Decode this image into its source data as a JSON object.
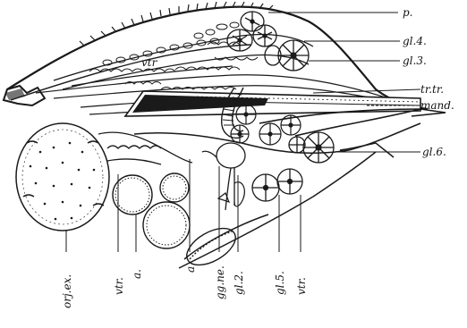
{
  "figure": {
    "interior_label": "vtr",
    "labels": {
      "p": "p.",
      "gl4": "gl.4.",
      "gl3": "gl.3.",
      "trtr": "tr.tr.",
      "mand": "mand.",
      "gl6": "gl.6.",
      "orjex": "orj.ex.",
      "vtr_bottom": "vtr.",
      "a1": "a.",
      "a2": "a",
      "ggne": "gg.ne.",
      "gl2": "gl.2.",
      "gl5": "gl.5.",
      "vtr_right": "vtr."
    }
  }
}
